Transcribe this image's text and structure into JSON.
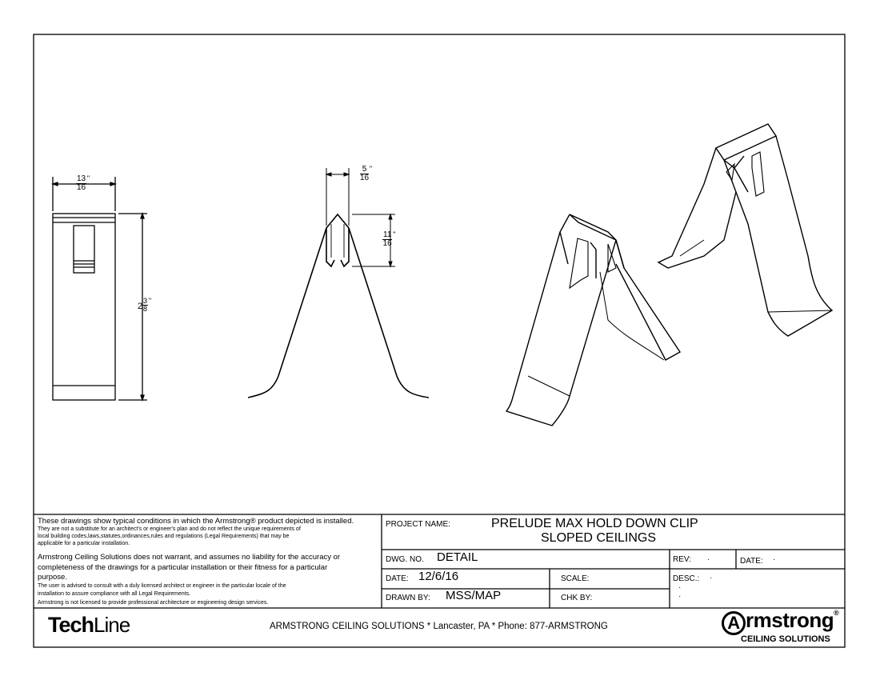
{
  "drawing": {
    "dimensions": {
      "width_front": {
        "whole": "",
        "num": "13",
        "den": "16",
        "unit": "\""
      },
      "height_front": {
        "whole": "2",
        "num": "3",
        "den": "8",
        "unit": "\""
      },
      "width_top": {
        "whole": "",
        "num": "5",
        "den": "16",
        "unit": "\""
      },
      "height_top": {
        "whole": "",
        "num": "11",
        "den": "16",
        "unit": "\""
      }
    }
  },
  "disclaimer": {
    "line1": "These drawings show typical conditions in which the Armstrong® product depicted is installed.",
    "line2": "They are not a substitute for an architect's or engineer's plan and do not reflect the unique requirements of",
    "line3": "local building codes,laws,statutes,ordinances,rules and regulations (Legal Requirements) that may be",
    "line4": "applicable for a particular installation.",
    "line5": "Armstrong Ceiling Solutions does not warrant, and assumes no liability for the accuracy or",
    "line6": "completeness of  the drawings for a particular installation or their fitness for a particular",
    "line7": "purpose.",
    "line8": "The user is  advised to consult with a duly licensed architect or engineer in the particular locale of the",
    "line9": "installation to assure  compliance with all Legal Requirements.",
    "line10": "Armstrong is not licensed to provide professional architecture or engineering design services."
  },
  "title_block": {
    "project_label": "PROJECT NAME:",
    "project_line1": "PRELUDE MAX HOLD DOWN CLIP",
    "project_line2": "SLOPED CEILINGS",
    "dwg_label": "DWG. NO.",
    "dwg_value": "DETAIL",
    "rev_label": "REV:",
    "rev_value": "·",
    "date_label_right": "DATE:",
    "date_value_right": "·",
    "date_label": "DATE:",
    "date_value": "12/6/16",
    "scale_label": "SCALE:",
    "desc_label": "DESC.:",
    "desc_value": "·",
    "desc_line2": "·",
    "desc_line3": "·",
    "drawn_label": "DRAWN BY:",
    "drawn_value": "MSS/MAP",
    "chk_label": "CHK BY:"
  },
  "footer": {
    "techline_bold": "Tech",
    "techline_light": "Line",
    "company_line": "ARMSTRONG CEILING SOLUTIONS * Lancaster, PA * Phone: 877-ARMSTRONG",
    "armstrong_ring": "A",
    "armstrong_rest": "rmstrong",
    "armstrong_reg": "®",
    "armstrong_sub": "CEILING SOLUTIONS"
  },
  "colors": {
    "line": "#000000",
    "paper": "#ffffff"
  }
}
